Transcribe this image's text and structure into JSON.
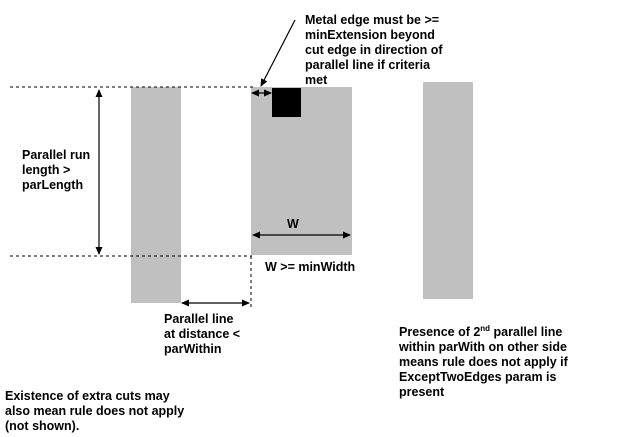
{
  "labels": {
    "metal_edge": [
      "Metal edge must be >=",
      "minExtension beyond",
      "cut edge in direction of",
      "parallel line if criteria",
      "met"
    ],
    "parallel_run": [
      "Parallel run",
      "length >",
      "parLength"
    ],
    "w": "W",
    "w_min_width": "W >= minWidth",
    "parallel_line": [
      "Parallel line",
      "at distance <",
      "parWithin"
    ],
    "presence": {
      "line1_before": "Presence of 2",
      "line1_sup": "nd",
      "line1_after": " parallel line",
      "lines": [
        "within parWith on other side",
        "means rule does not apply if",
        "ExceptTwoEdges param is",
        "present"
      ]
    },
    "existence": [
      "Existence of extra cuts may",
      "also mean rule does not apply",
      "(not shown)."
    ]
  },
  "colors": {
    "metal_fill": "#c0c0c0",
    "cut_fill": "#000000",
    "line": "#000000",
    "background": "#ffffff"
  }
}
